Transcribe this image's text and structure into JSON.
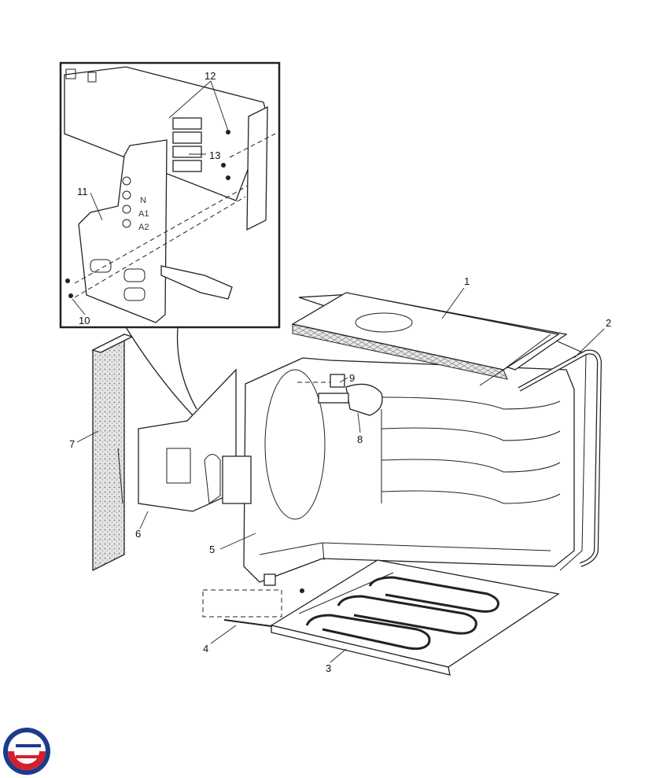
{
  "callouts": [
    {
      "id": "c1",
      "label": "1"
    },
    {
      "id": "c2",
      "label": "2"
    },
    {
      "id": "c3",
      "label": "3"
    },
    {
      "id": "c4",
      "label": "4"
    },
    {
      "id": "c5",
      "label": "5"
    },
    {
      "id": "c6",
      "label": "6"
    },
    {
      "id": "c7",
      "label": "7"
    },
    {
      "id": "c8",
      "label": "8"
    },
    {
      "id": "c9",
      "label": "9"
    },
    {
      "id": "c10",
      "label": "10"
    },
    {
      "id": "c11",
      "label": "11"
    },
    {
      "id": "c12",
      "label": "12"
    },
    {
      "id": "c13",
      "label": "13"
    }
  ],
  "inset_markings": {
    "n": "N",
    "a1": "A1",
    "a2": "A2"
  },
  "colors": {
    "logo_blue": "#1e3a8c",
    "logo_red": "#d4202a",
    "line": "#222222",
    "insulation": "#bdbdbd"
  }
}
